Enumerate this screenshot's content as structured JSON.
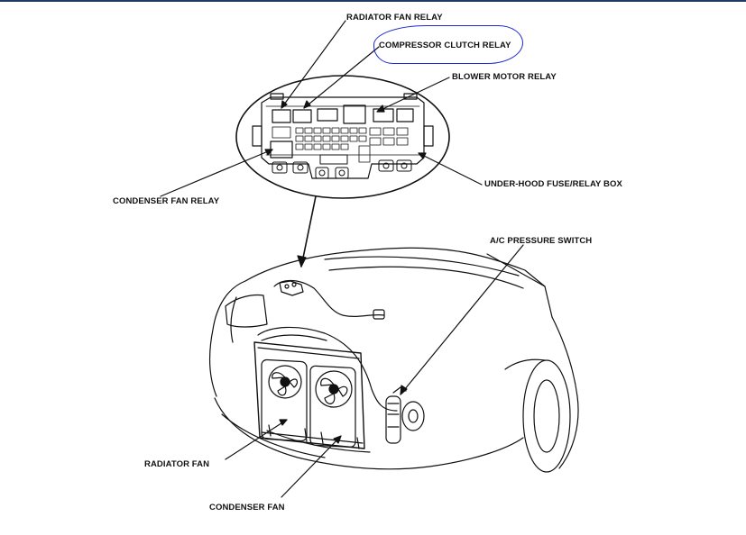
{
  "labels": {
    "radiator_fan_relay": "RADIATOR FAN RELAY",
    "compressor_clutch_relay": "COMPRESSOR CLUTCH RELAY",
    "blower_motor_relay": "BLOWER MOTOR RELAY",
    "under_hood_box": "UNDER-HOOD FUSE/RELAY BOX",
    "condenser_fan_relay": "CONDENSER FAN RELAY",
    "ac_pressure_switch": "A/C PRESSURE SWITCH",
    "radiator_fan": "RADIATOR FAN",
    "condenser_fan": "CONDENSER FAN"
  },
  "colors": {
    "ink": "#111111",
    "highlight": "#1f2bd0",
    "frame": "#1f3a66"
  }
}
